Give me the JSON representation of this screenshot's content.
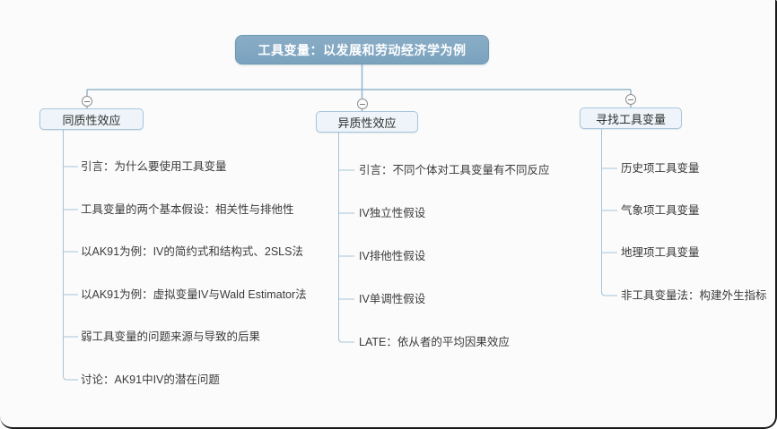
{
  "mindmap": {
    "root": {
      "label": "工具变量：以发展和劳动经济学为例"
    },
    "branches": [
      {
        "label": "同质性效应",
        "collapse_icon": "minus-circle",
        "items": [
          "引言：为什么要使用工具变量",
          "工具变量的两个基本假设：相关性与排他性",
          "以AK91为例：IV的简约式和结构式、2SLS法",
          "以AK91为例：虚拟变量IV与Wald Estimator法",
          "弱工具变量的问题来源与导致的后果",
          "讨论：AK91中IV的潜在问题"
        ]
      },
      {
        "label": "异质性效应",
        "collapse_icon": "minus-circle",
        "items": [
          "引言：不同个体对工具变量有不同反应",
          "IV独立性假设",
          "IV排他性假设",
          "IV单调性假设",
          "LATE：依从者的平均因果效应"
        ]
      },
      {
        "label": "寻找工具变量",
        "collapse_icon": "minus-circle",
        "items": [
          "历史项工具变量",
          "气象项工具变量",
          "地理项工具变量",
          "非工具变量法：构建外生指标"
        ]
      }
    ],
    "colors": {
      "root_fill": "#7aa2be",
      "root_border": "#6d99b5",
      "root_text": "#ffffff",
      "branch_fill": "#eef4f9",
      "branch_border": "#a9c6dc",
      "main_connector": "#93b6cd",
      "subtopic_connector": "#a6c4d9",
      "subtopic_text": "#3b3b3b",
      "background": "#fbfbfb"
    }
  }
}
